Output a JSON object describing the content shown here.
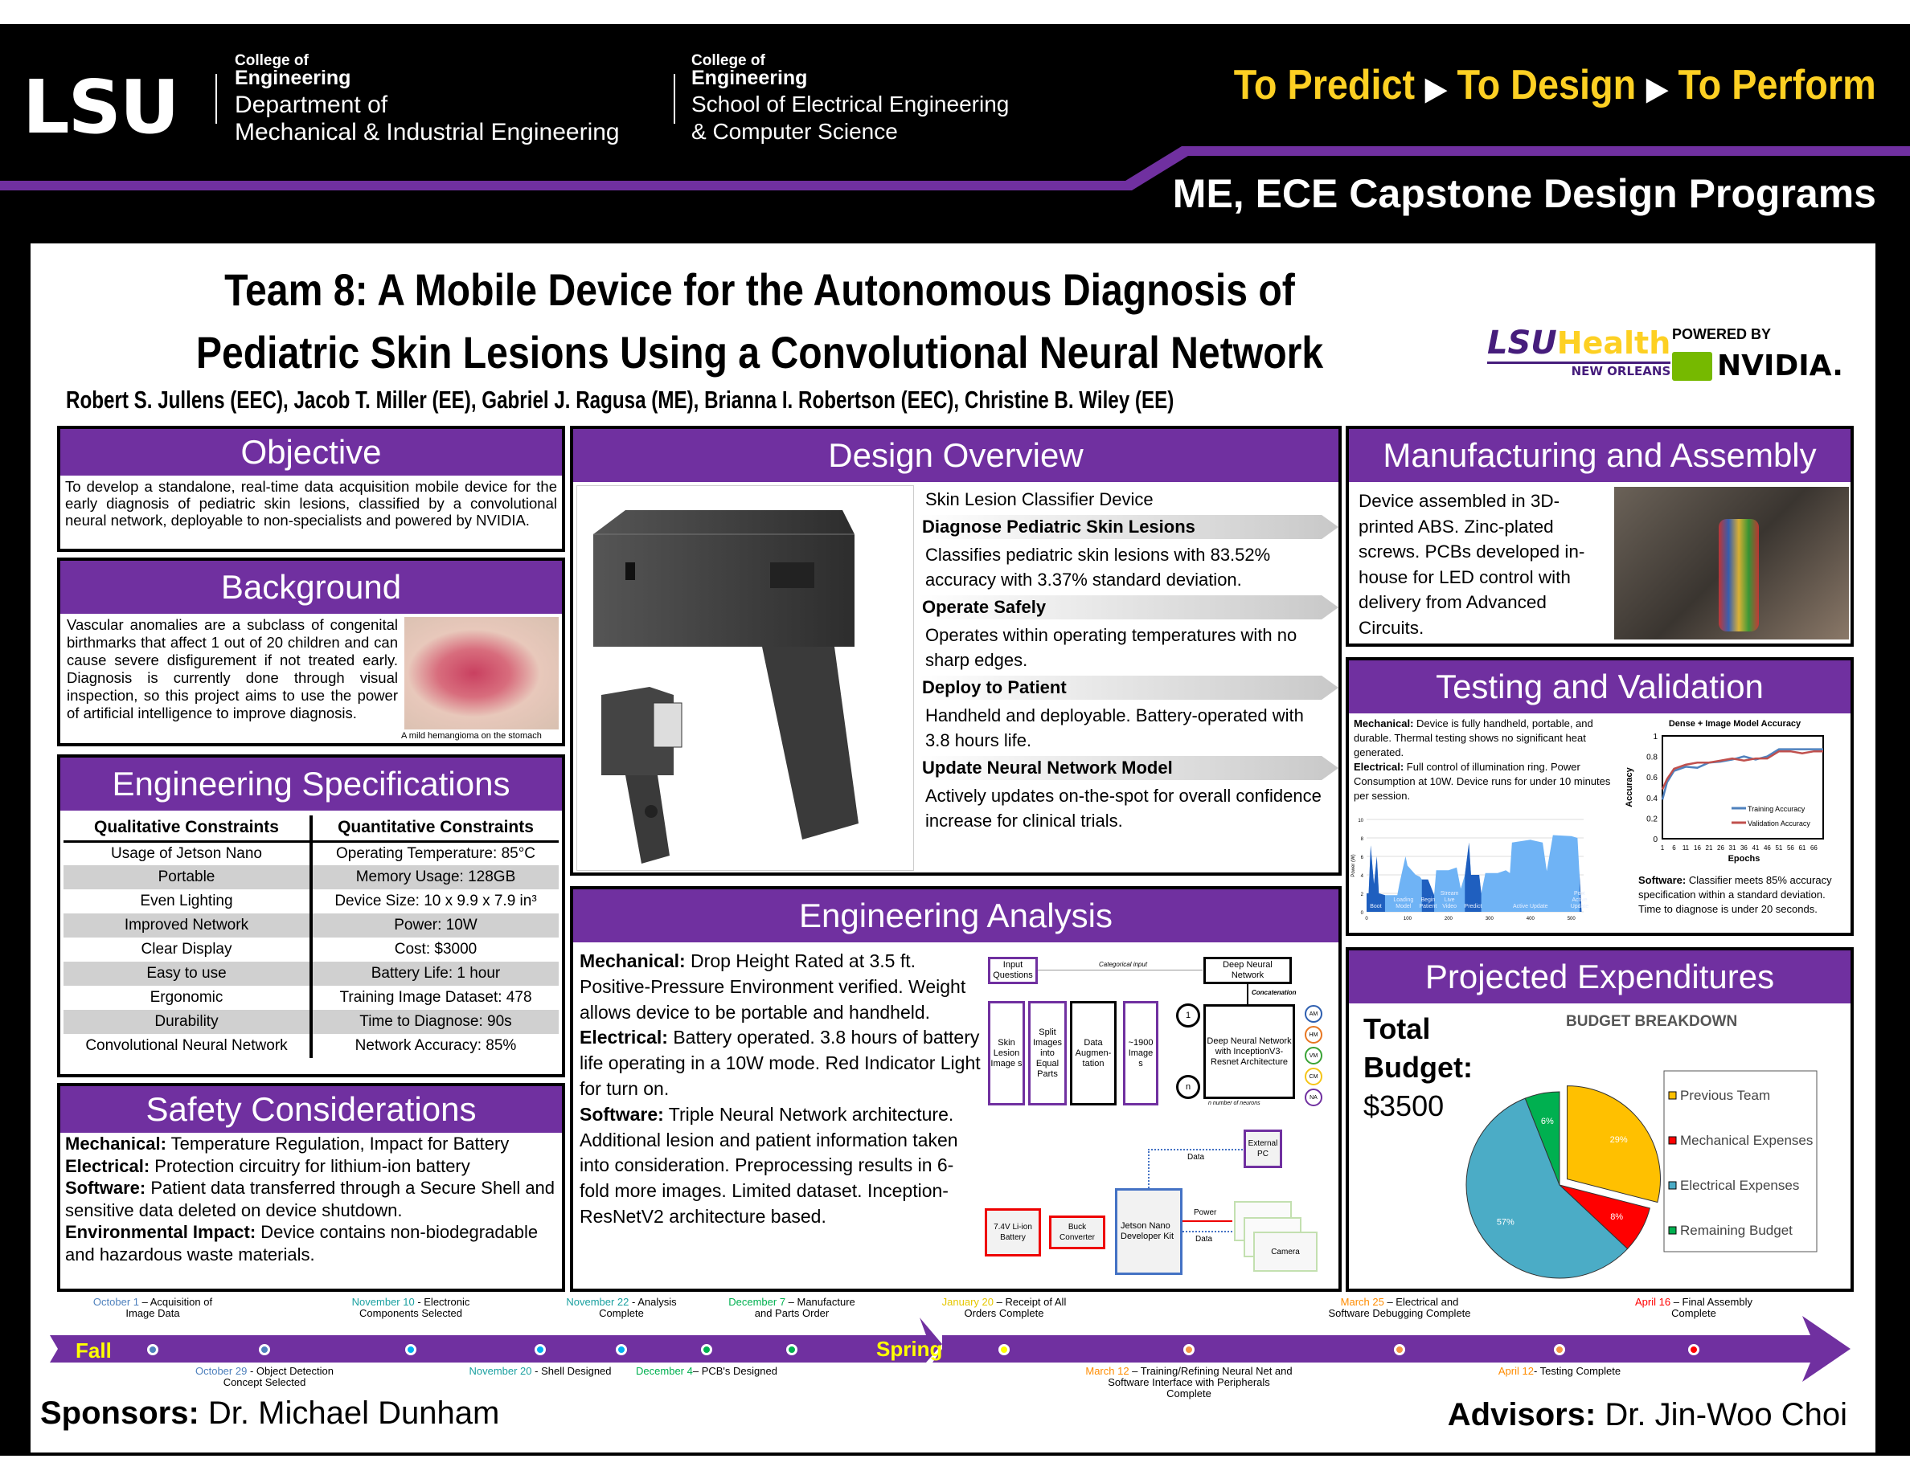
{
  "header": {
    "lsu_logo": "LSU",
    "college1": {
      "college_of": "College of",
      "engineering": "Engineering",
      "dept_line1": "Department of",
      "dept_line2": "Mechanical & Industrial Engineering"
    },
    "college2": {
      "college_of": "College of",
      "engineering": "Engineering",
      "dept_line1": "School of Electrical Engineering",
      "dept_line2": "& Computer Science"
    },
    "tagline": {
      "p1": "To Predict",
      "p2": "To Design",
      "p3": "To Perform",
      "arrow": "▶"
    },
    "program": "ME, ECE Capstone Design Programs",
    "colors": {
      "purple": "#7030a0",
      "gold": "#fdd023"
    }
  },
  "title": {
    "line1": "Team 8: A Mobile Device for the Autonomous Diagnosis of",
    "line2": "Pediatric Skin Lesions Using a Convolutional Neural Network",
    "authors": "Robert S. Jullens (EEC), Jacob T. Miller (EE), Gabriel J. Ragusa (ME), Brianna I. Robertson (EEC), Christine B. Wiley (EE)"
  },
  "logos": {
    "lsu_health_lsu": "LSU",
    "lsu_health_health": "Health",
    "lsu_health_sub": "NEW ORLEANS",
    "powered_by": "POWERED BY",
    "nvidia": "NVIDIA."
  },
  "objective": {
    "title": "Objective",
    "text": "To develop a standalone, real-time data acquisition mobile device for the early diagnosis of pediatric skin lesions, classified by a convolutional neural network, deployable to non-specialists and powered by NVIDIA."
  },
  "background": {
    "title": "Background",
    "text": "Vascular anomalies are a subclass of congenital birthmarks that affect 1 out of 20 children and can cause severe disfigurement if not treated early. Diagnosis is currently done through visual inspection, so this project aims to use the power of artificial intelligence to improve diagnosis.",
    "caption": "A mild hemangioma on the stomach"
  },
  "specs": {
    "title": "Engineering Specifications",
    "headers": [
      "Qualitative Constraints",
      "Quantitative Constraints"
    ],
    "rows": [
      [
        "Usage of Jetson Nano",
        "Operating Temperature: 85°C"
      ],
      [
        "Portable",
        "Memory Usage: 128GB"
      ],
      [
        "Even Lighting",
        "Device Size: 10 x 9.9 x 7.9 in³"
      ],
      [
        "Improved Network",
        "Power: 10W"
      ],
      [
        "Clear Display",
        "Cost: $3000"
      ],
      [
        "Easy to use",
        "Battery Life: 1 hour"
      ],
      [
        "Ergonomic",
        "Training Image Dataset: 478"
      ],
      [
        "Durability",
        "Time to Diagnose: 90s"
      ],
      [
        "Convolutional Neural Network",
        "Network Accuracy: 85%"
      ]
    ]
  },
  "safety": {
    "title": "Safety Considerations",
    "items": [
      {
        "label": "Mechanical:",
        "text": " Temperature Regulation, Impact for Battery"
      },
      {
        "label": "Electrical:",
        "text": " Protection circuitry for lithium-ion battery"
      },
      {
        "label": "Software:",
        "text": " Patient data transferred through a Secure Shell and sensitive data deleted on device shutdown."
      },
      {
        "label": "Environmental Impact:",
        "text": " Device contains non-biodegradable and hazardous waste materials."
      }
    ]
  },
  "design": {
    "title": "Design Overview",
    "device": "Skin Lesion Classifier Device",
    "sections": [
      {
        "head": "Diagnose Pediatric Skin Lesions",
        "text": "Classifies pediatric skin lesions with 83.52% accuracy with 3.37% standard deviation."
      },
      {
        "head": "Operate Safely",
        "text": "Operates within operating temperatures with no sharp edges."
      },
      {
        "head": "Deploy to Patient",
        "text": "Handheld and deployable. Battery-operated with 3.8 hours life."
      },
      {
        "head": "Update Neural Network Model",
        "text": "Actively updates on-the-spot for overall confidence increase for clinical trials."
      }
    ]
  },
  "analysis": {
    "title": "Engineering Analysis",
    "items": [
      {
        "label": "Mechanical:",
        "text": " Drop Height Rated at 3.5 ft. Positive-Pressure Environment verified. Weight allows device to be portable and handheld."
      },
      {
        "label": "Electrical:",
        "text": " Battery operated. 3.8 hours of battery life operating in a 10W mode. Red Indicator Light for turn on."
      },
      {
        "label": "Software:",
        "text": " Triple Neural Network architecture. Additional lesion and patient information taken into consideration. Preprocessing results in 6-fold more images. Limited dataset. Inception-ResNetV2 architecture based."
      }
    ],
    "nn": {
      "input_q": "Input Questions",
      "cat_input": "Categorical input",
      "dnn": "Deep Neural Network",
      "concat": "Concatenation",
      "skin": "Skin Lesion Image s",
      "split": "Split Images into Equal Parts",
      "aug": "Data Augmen- tation",
      "imgs": "~1900 Image s",
      "n1": "1",
      "nn": "n",
      "main": "Deep Neural Network with InceptionV3-Resnet Architecture",
      "neurons": "n number of neurons",
      "outputs": [
        {
          "l": "AM",
          "c": "#2e5fb0"
        },
        {
          "l": "HM",
          "c": "#e87722"
        },
        {
          "l": "VM",
          "c": "#3aa335"
        },
        {
          "l": "CM",
          "c": "#f5c518"
        },
        {
          "l": "NA",
          "c": "#7030a0"
        }
      ]
    },
    "hw": {
      "battery": "7.4V Li-ion Battery",
      "buck": "Buck Converter",
      "jetson": "Jetson Nano Developer Kit",
      "pc": "External PC",
      "camera": "Camera",
      "power": "Power",
      "data1": "Data",
      "data2": "Data"
    }
  },
  "manufacturing": {
    "title": "Manufacturing and Assembly",
    "text": "Device assembled in 3D-printed ABS. Zinc-plated screws. PCBs developed in-house for LED control with delivery from Advanced Circuits."
  },
  "testing": {
    "title": "Testing and Validation",
    "mech_label": "Mechanical:",
    "mech": " Device is fully handheld, portable, and durable. Thermal testing shows no significant heat generated.",
    "elec_label": "Electrical:",
    "elec": " Full control of illumination ring. Power Consumption at 10W. Device runs for under 10 minutes per session.",
    "soft_label": "Software:",
    "soft": " Classifier meets 85% accuracy specification within a standard deviation. Time to diagnose is under 20 seconds."
  },
  "budget": {
    "title": "Projected Expenditures",
    "total_l1": "Total",
    "total_l2": "Budget:",
    "total_value": "$3500"
  },
  "chart_data": [
    {
      "type": "line",
      "title": "Dense + Image Model Accuracy",
      "xlabel": "Epochs",
      "ylabel": "Accuracy",
      "ylim": [
        0,
        1
      ],
      "xlim": [
        1,
        70
      ],
      "yticks": [
        "0",
        "0.2",
        "0.4",
        "0.6",
        "0.8",
        "1"
      ],
      "xticks": [
        "1",
        "6",
        "11",
        "16",
        "21",
        "26",
        "31",
        "36",
        "41",
        "46",
        "51",
        "56",
        "61",
        "66"
      ],
      "legend": "bottom-right",
      "grid": false,
      "x": [
        1,
        3,
        6,
        11,
        16,
        21,
        26,
        31,
        36,
        41,
        46,
        51,
        56,
        61,
        66,
        70
      ],
      "series": [
        {
          "name": "Training Accuracy",
          "color": "#4f81bd",
          "values": [
            0.38,
            0.55,
            0.66,
            0.7,
            0.69,
            0.74,
            0.75,
            0.77,
            0.8,
            0.77,
            0.8,
            0.87,
            0.87,
            0.87,
            0.87,
            0.87
          ]
        },
        {
          "name": "Validation Accuracy",
          "color": "#c0504d",
          "values": [
            0.48,
            0.58,
            0.68,
            0.72,
            0.74,
            0.74,
            0.76,
            0.78,
            0.76,
            0.78,
            0.78,
            0.85,
            0.85,
            0.83,
            0.85,
            0.85
          ]
        }
      ]
    },
    {
      "type": "area",
      "ylabel": "Power (W)",
      "xlim": [
        0,
        530
      ],
      "ylim": [
        0,
        10
      ],
      "grid": true,
      "yticks": [
        "0",
        "2",
        "4",
        "6",
        "8",
        "10"
      ],
      "xticks": [
        "0",
        "100",
        "200",
        "300",
        "400",
        "500"
      ],
      "points": [
        [
          0,
          2
        ],
        [
          5,
          2
        ],
        [
          10,
          7.2
        ],
        [
          18,
          3
        ],
        [
          25,
          6
        ],
        [
          30,
          2
        ],
        [
          45,
          1.8
        ],
        [
          75,
          1.8
        ],
        [
          80,
          3
        ],
        [
          90,
          5
        ],
        [
          95,
          6
        ],
        [
          100,
          5
        ],
        [
          110,
          4.5
        ],
        [
          120,
          4
        ],
        [
          130,
          3.8
        ],
        [
          135,
          3.5
        ],
        [
          150,
          3.5
        ],
        [
          165,
          1.8
        ],
        [
          170,
          4.5
        ],
        [
          200,
          4.5
        ],
        [
          220,
          4.8
        ],
        [
          230,
          2.5
        ],
        [
          240,
          4
        ],
        [
          250,
          7.5
        ],
        [
          255,
          4
        ],
        [
          275,
          4
        ],
        [
          280,
          2
        ],
        [
          290,
          4.2
        ],
        [
          320,
          4.2
        ],
        [
          340,
          4.5
        ],
        [
          350,
          4.2
        ],
        [
          355,
          7.5
        ],
        [
          400,
          7.8
        ],
        [
          430,
          7.5
        ],
        [
          440,
          4.4
        ],
        [
          455,
          8.3
        ],
        [
          500,
          8.2
        ],
        [
          515,
          8
        ],
        [
          520,
          4
        ],
        [
          525,
          0
        ]
      ],
      "phases": [
        {
          "label": "Boot",
          "from": 0,
          "to": 45,
          "dark": true
        },
        {
          "label": "Loading Model",
          "from": 45,
          "to": 135,
          "dark": false
        },
        {
          "label": "Begin Patient",
          "from": 135,
          "to": 165,
          "dark": true
        },
        {
          "label": "Stream Live Video",
          "from": 165,
          "to": 240,
          "dark": false
        },
        {
          "label": "Predict",
          "from": 240,
          "to": 280,
          "dark": true
        },
        {
          "label": "Active Update",
          "from": 280,
          "to": 520,
          "dark": false
        },
        {
          "label": "Post Active Update",
          "from": 520,
          "to": 530,
          "dark": true
        }
      ]
    },
    {
      "type": "pie",
      "title": "BUDGET BREAKDOWN",
      "legend": "right",
      "slices": [
        {
          "label": "Previous Team",
          "value": 29,
          "color": "#ffc000",
          "explode": true
        },
        {
          "label": "Mechanical Expenses",
          "value": 8,
          "color": "#ff0000"
        },
        {
          "label": "Electrical Expenses",
          "value": 57,
          "color": "#4bacc6"
        },
        {
          "label": "Remaining Budget",
          "value": 6,
          "color": "#00b050"
        }
      ]
    }
  ],
  "timeline": {
    "fall": "Fall",
    "spring": "Spring",
    "events": [
      {
        "date": "October 1",
        "text": " – Acquisition of Image Data",
        "color": "#4f81bd",
        "pos": "above",
        "dot": "#4f81bd"
      },
      {
        "date": "October 29",
        "text": " - Object Detection Concept Selected",
        "color": "#4f81bd",
        "pos": "below",
        "dot": "#4f81bd"
      },
      {
        "date": "November 10",
        "text": " - Electronic Components Selected",
        "color": "#1aa0a0",
        "pos": "above",
        "dot": "#00b0f0"
      },
      {
        "date": "November 20",
        "text": " - Shell Designed",
        "color": "#1aa0a0",
        "pos": "below",
        "dot": "#00b0f0"
      },
      {
        "date": "November 22",
        "text": " - Analysis Complete",
        "color": "#1aa0a0",
        "pos": "above",
        "dot": "#00b0f0"
      },
      {
        "date": "December 4",
        "text": "– PCB's Designed",
        "color": "#00b050",
        "pos": "below",
        "dot": "#00b050"
      },
      {
        "date": "December 7",
        "text": " – Manufacture and Parts Order",
        "color": "#00b050",
        "pos": "above",
        "dot": "#00b050"
      },
      {
        "date": "January 20",
        "text": " – Receipt of All Orders Complete",
        "color": "#e6c700",
        "pos": "above",
        "dot": "#ffff00"
      },
      {
        "date": "March 12",
        "text": " – Training/Refining Neural Net and Software Interface with Peripherals Complete",
        "color": "#ff8c00",
        "pos": "below",
        "dot": "#f79646"
      },
      {
        "date": "March 25",
        "text": " – Electrical and Software Debugging Complete",
        "color": "#ff8c00",
        "pos": "above",
        "dot": "#f79646"
      },
      {
        "date": "April 12",
        "text": "- Testing Complete",
        "color": "#ff8c00",
        "pos": "below",
        "dot": "#f79646"
      },
      {
        "date": "April 16",
        "text": " – Final Assembly Complete",
        "color": "#ff0000",
        "pos": "above",
        "dot": "#ff0000"
      }
    ]
  },
  "sponsors": {
    "label": "Sponsors:",
    "name": " Dr. Michael Dunham"
  },
  "advisors": {
    "label": "Advisors:",
    "name": " Dr. Jin-Woo Choi"
  }
}
